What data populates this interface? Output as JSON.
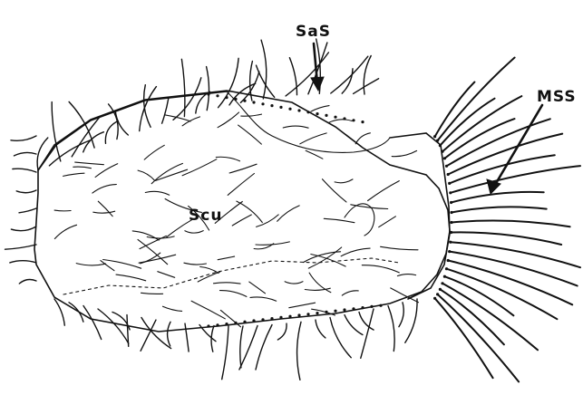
{
  "figure": {
    "labels": {
      "sas": "SaS",
      "mss": "MSS",
      "scu": "Scu"
    },
    "colors": {
      "ink": "#111111",
      "background": "#ffffff"
    }
  }
}
